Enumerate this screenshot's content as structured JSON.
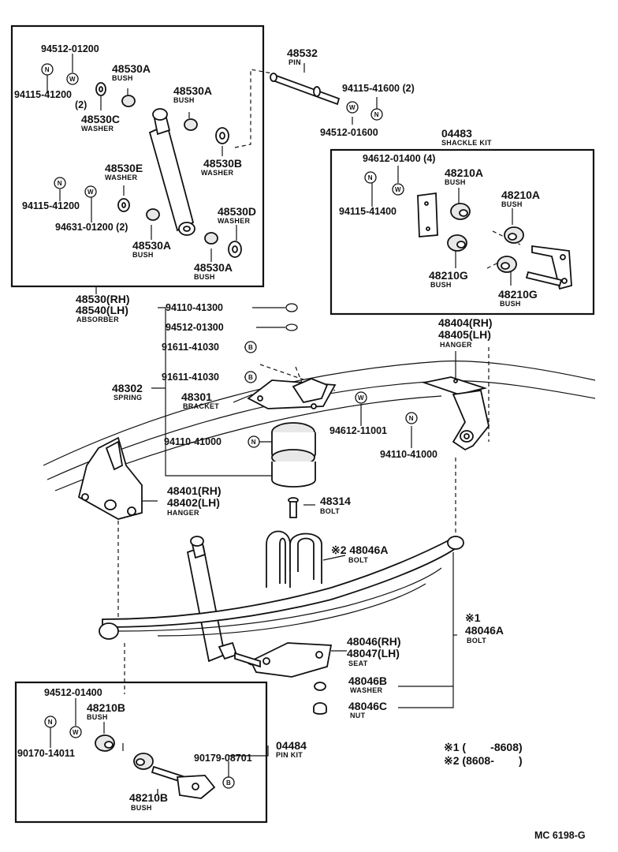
{
  "parts": {
    "p01": "94512-01200",
    "p02": "48530A",
    "p02l": "BUSH",
    "p03": "94115-41200",
    "p03q": "(2)",
    "p04": "48530C",
    "p04l": "WASHER",
    "p05": "48530A",
    "p05l": "BUSH",
    "p06": "48530B",
    "p06l": "WASHER",
    "p07": "48530E",
    "p07l": "WASHER",
    "p08": "94115-41200",
    "p09": "94631-01200 (2)",
    "p10": "48530D",
    "p10l": "WASHER",
    "p11": "48530A",
    "p11l": "BUSH",
    "p12": "48530A",
    "p12l": "BUSH",
    "p13": "48530(RH)",
    "p13b": "48540(LH)",
    "p13l": "ABSORBER",
    "p14": "48532",
    "p14l": "PIN",
    "p15": "94115-41600 (2)",
    "p16": "94512-01600",
    "p17": "04483",
    "p17l": "SHACKLE KIT",
    "p18": "94612-01400 (4)",
    "p19": "48210A",
    "p19l": "BUSH",
    "p20": "48210A",
    "p20l": "BUSH",
    "p21": "94115-41400",
    "p22": "48210G",
    "p22l": "BUSH",
    "p23": "48210G",
    "p23l": "BUSH",
    "p24": "94110-41300",
    "p25": "94512-01300",
    "p26": "91611-41030",
    "p27": "91611-41030",
    "p28": "48302",
    "p28l": "SPRING",
    "p29": "48301",
    "p29l": "BRACKET",
    "p30": "94612-11001",
    "p31": "94110-41000",
    "p32": "94110-41000",
    "p33": "48404(RH)",
    "p33b": "48405(LH)",
    "p33l": "HANGER",
    "p34": "48401(RH)",
    "p34b": "48402(LH)",
    "p34l": "HANGER",
    "p35": "48314",
    "p35l": "BOLT",
    "p36": "※2 48046A",
    "p36l": "BOLT",
    "p37": "※1",
    "p37b": "48046A",
    "p37l": "BOLT",
    "p38": "48046(RH)",
    "p38b": "48047(LH)",
    "p38l": "SEAT",
    "p39": "48046B",
    "p39l": "WASHER",
    "p40": "48046C",
    "p40l": "NUT",
    "p41": "94512-01400",
    "p42": "48210B",
    "p42l": "BUSH",
    "p43": "90170-14011",
    "p44": "90179-08701",
    "p45": "04484",
    "p45l": "PIN KIT",
    "p46": "48210B",
    "p46l": "BUSH"
  },
  "notes": {
    "n1": "※1 (        -8608)",
    "n2": "※2 (8608-        )"
  },
  "footer_code": "MC 6198-G",
  "symbols": {
    "nut": "N",
    "washer": "W",
    "bolt": "B"
  }
}
